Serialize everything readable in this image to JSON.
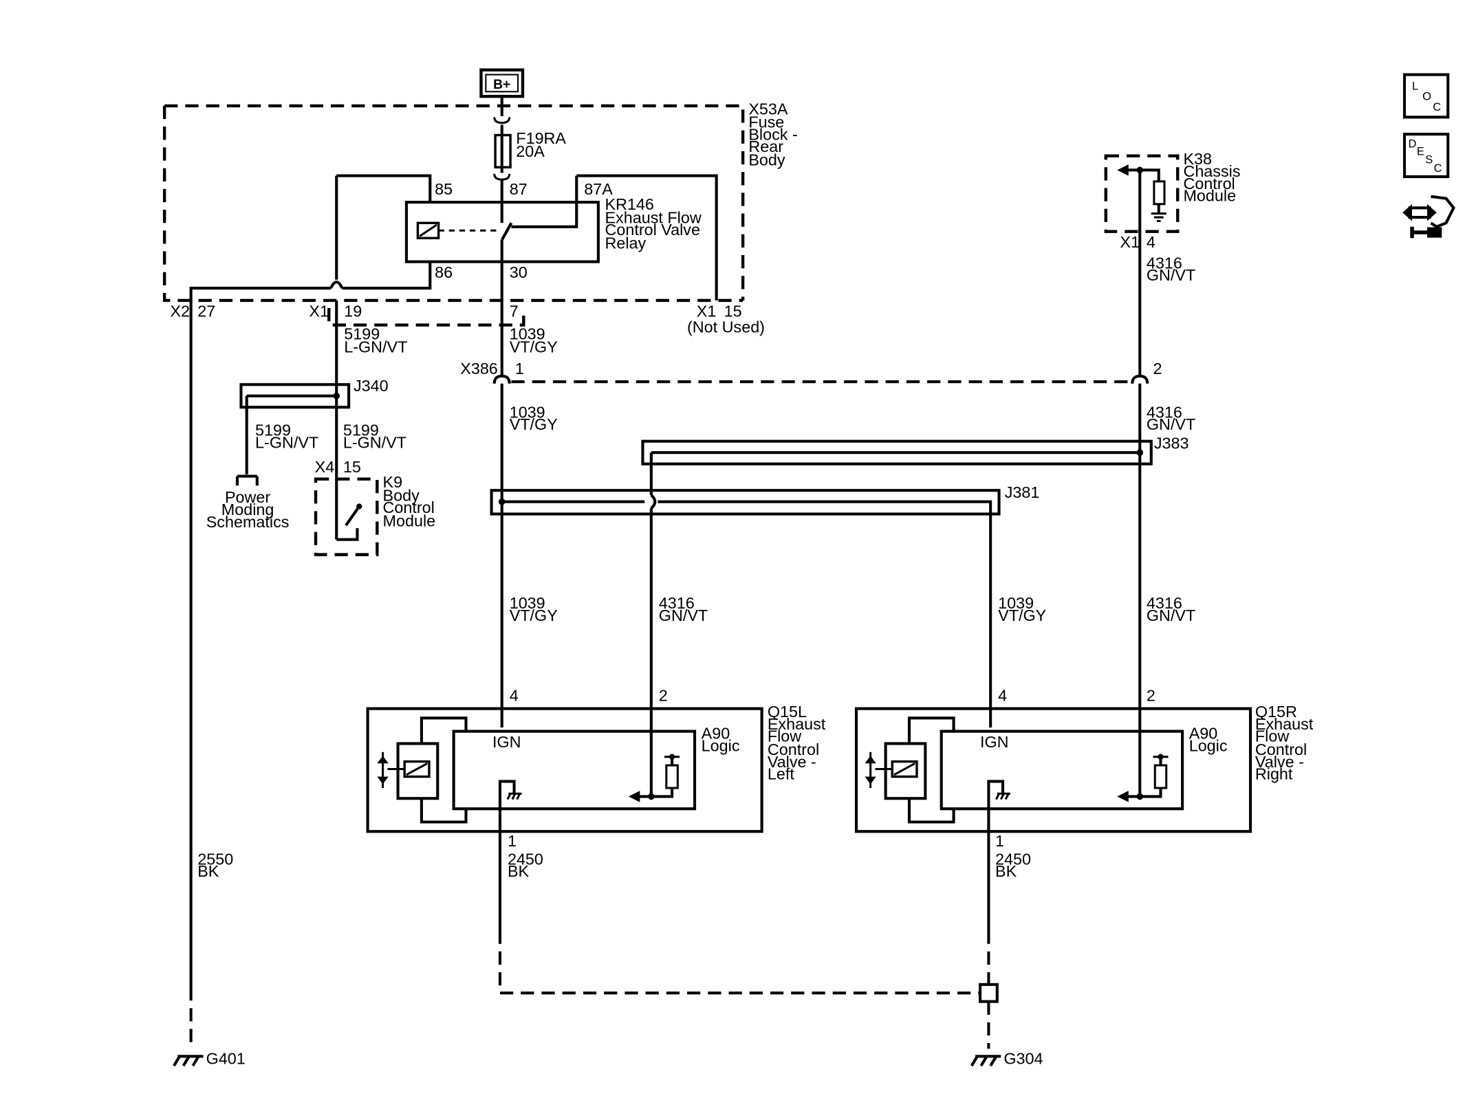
{
  "supply": {
    "label": "B+"
  },
  "fuse_block": {
    "lines": [
      "X53A",
      "Fuse",
      "Block -",
      "Rear",
      "Body"
    ],
    "fuse_lines": [
      "F19RA",
      "20A"
    ],
    "pins": {
      "p85": "85",
      "p87": "87",
      "p87a": "87A",
      "p86": "86",
      "p30": "30"
    },
    "connectors": {
      "x2": "X2",
      "x2_pin": "27",
      "x1a": "X1",
      "x1a_pin": "19",
      "x1b_pin": "7",
      "x1c": "X1",
      "x1c_pin": "15",
      "not_used": "(Not Used)"
    }
  },
  "relay": {
    "lines": [
      "KR146",
      "Exhaust Flow",
      "Control Valve",
      "Relay"
    ]
  },
  "ccm": {
    "lines": [
      "K38",
      "Chassis",
      "Control",
      "Module"
    ],
    "conn": "X1",
    "pin": "4"
  },
  "bcm": {
    "lines": [
      "K9",
      "Body",
      "Control",
      "Module"
    ],
    "conn": "X4",
    "pin": "15"
  },
  "power_moding": {
    "lines": [
      "Power",
      "Moding",
      "Schematics"
    ]
  },
  "splices": {
    "j340": "J340",
    "j381": "J381",
    "j383": "J383"
  },
  "inline": {
    "name": "X386",
    "pin1": "1",
    "pin2": "2"
  },
  "wires": {
    "w5199": {
      "circuit": "5199",
      "color": "L-GN/VT"
    },
    "w1039": {
      "circuit": "1039",
      "color": "VT/GY"
    },
    "w4316": {
      "circuit": "4316",
      "color": "GN/VT"
    },
    "w2450": {
      "circuit": "2450",
      "color": "BK"
    },
    "w2550": {
      "circuit": "2550",
      "color": "BK"
    }
  },
  "valve_left": {
    "lines": [
      "Q15L",
      "Exhaust",
      "Flow",
      "Control",
      "Valve -",
      "Left"
    ],
    "logic_lines": [
      "A90",
      "Logic"
    ],
    "ign": "IGN",
    "pin_ign": "4",
    "pin_sig": "2",
    "pin_gnd": "1"
  },
  "valve_right": {
    "lines": [
      "Q15R",
      "Exhaust",
      "Flow",
      "Control",
      "Valve -",
      "Right"
    ],
    "logic_lines": [
      "A90",
      "Logic"
    ],
    "ign": "IGN",
    "pin_ign": "4",
    "pin_sig": "2",
    "pin_gnd": "1"
  },
  "grounds": {
    "g401": "G401",
    "g304": "G304"
  },
  "side_icons": [
    {
      "name": "loc-icon",
      "letters": [
        "L",
        "O",
        "C"
      ]
    },
    {
      "name": "desc-icon",
      "letters": [
        "D",
        "E",
        "S",
        "C"
      ]
    },
    {
      "name": "connector-repair-icon"
    }
  ]
}
